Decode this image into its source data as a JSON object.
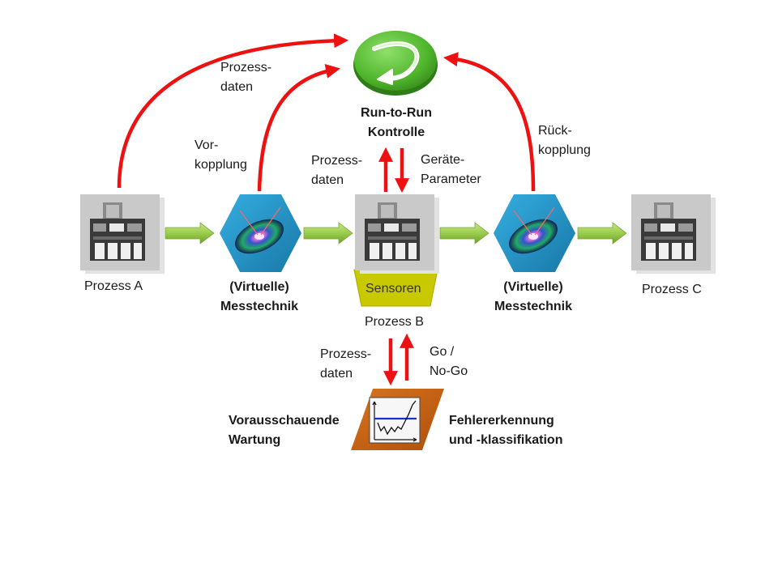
{
  "controller": {
    "title_line1": "Run-to-Run",
    "title_line2": "Kontrolle"
  },
  "steps": {
    "process_a": "Prozess A",
    "metrology_left_line1": "(Virtuelle)",
    "metrology_left_line2": "Messtechnik",
    "sensors": "Sensoren",
    "process_b": "Prozess B",
    "metrology_right_line1": "(Virtuelle)",
    "metrology_right_line2": "Messtechnik",
    "process_c": "Prozess C"
  },
  "arrow_labels": {
    "process_data_a_line1": "Prozess-",
    "process_data_a_line2": "daten",
    "feedforward_line1": "Vor-",
    "feedforward_line2": "kopplung",
    "process_data_b_line1": "Prozess-",
    "process_data_b_line2": "daten",
    "device_params_line1": "Geräte-",
    "device_params_line2": "Parameter",
    "feedback_line1": "Rück-",
    "feedback_line2": "kopplung",
    "process_data_fdc_line1": "Prozess-",
    "process_data_fdc_line2": "daten",
    "go_nogo_line1": "Go /",
    "go_nogo_line2": "No-Go"
  },
  "fdc": {
    "predictive_line1": "Vorausschauende",
    "predictive_line2": "Wartung",
    "fault_line1": "Fehlererkennung",
    "fault_line2": "und -klassifikation"
  },
  "colors": {
    "signal_arrow": "#ee1111",
    "flow_arrow": "#9acd4c",
    "controller_green": "#55bb33",
    "hexagon_blue": "#1f8fc4",
    "sensor_yellow": "#c9c900",
    "fdc_orange": "#c8600f"
  }
}
